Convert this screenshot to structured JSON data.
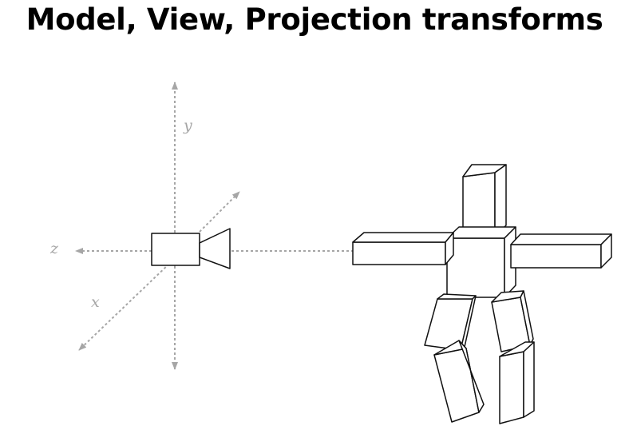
{
  "title": "Model, View, Projection transforms",
  "axes": {
    "y_label": "y",
    "z_label": "z",
    "x_label": "x"
  },
  "colors": {
    "axis": "#a6a6a6",
    "stroke": "#111111",
    "fill": "#ffffff",
    "text": "#000000"
  }
}
